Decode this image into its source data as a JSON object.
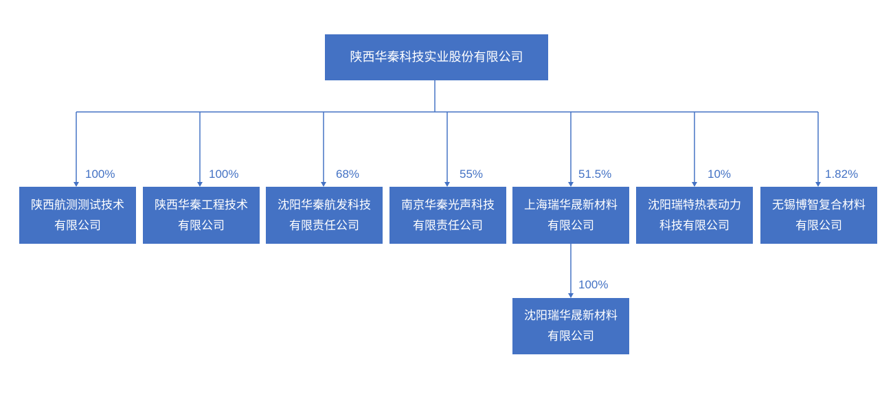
{
  "root": {
    "name": "陕西华秦科技实业股份有限公司"
  },
  "subsidiaries": [
    {
      "line1": "陕西航测测试技术",
      "line2": "有限公司",
      "percent": "100%"
    },
    {
      "line1": "陕西华秦工程技术",
      "line2": "有限公司",
      "percent": "100%"
    },
    {
      "line1": "沈阳华秦航发科技",
      "line2": "有限责任公司",
      "percent": "68%"
    },
    {
      "line1": "南京华秦光声科技",
      "line2": "有限责任公司",
      "percent": "55%"
    },
    {
      "line1": "上海瑞华晟新材料",
      "line2": "有限公司",
      "percent": "51.5%"
    },
    {
      "line1": "沈阳瑞特热表动力",
      "line2": "科技有限公司",
      "percent": "10%"
    },
    {
      "line1": "无锡博智复合材料",
      "line2": "有限公司",
      "percent": "1.82%"
    }
  ],
  "grandchild": {
    "line1": "沈阳瑞华晟新材料",
    "line2": "有限公司",
    "percent": "100%"
  },
  "colors": {
    "box": "#4472c4",
    "connector": "#4472c4",
    "text": "#ffffff"
  }
}
